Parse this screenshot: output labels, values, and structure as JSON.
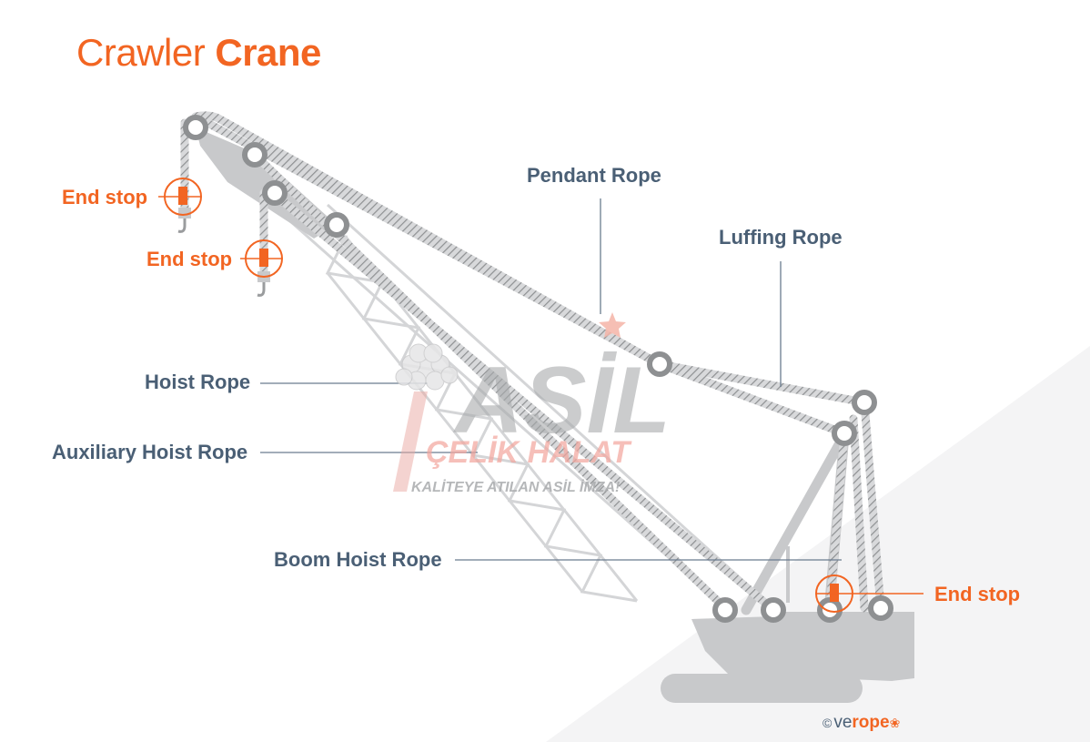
{
  "title": {
    "light": "Crawler ",
    "bold": "Crane"
  },
  "labels": {
    "end_stop_1": "End stop",
    "end_stop_2": "End stop",
    "end_stop_3": "End stop",
    "pendant_rope": "Pendant Rope",
    "luffing_rope": "Luffing Rope",
    "hoist_rope": "Hoist Rope",
    "auxiliary_hoist_rope": "Auxiliary Hoist Rope",
    "boom_hoist_rope": "Boom Hoist Rope"
  },
  "watermark": {
    "brand": "ASİL",
    "line1": "ÇELİK HALAT",
    "line2": "KALİTEYE ATILAN ASİL İMZA!"
  },
  "credit": {
    "copyright": "©",
    "prefix": "ve",
    "suffix": "rope"
  },
  "colors": {
    "accent": "#f26522",
    "label_blue": "#4a5f75",
    "crane_gray": "#c8c9cb",
    "sheave": "#8e9092"
  }
}
